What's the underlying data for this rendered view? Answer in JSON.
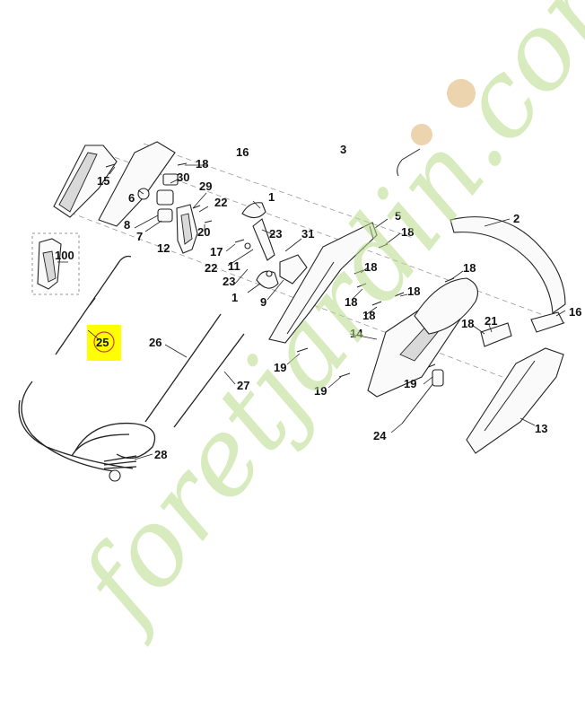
{
  "watermark": {
    "text": "foretjardin.com",
    "color": "#b7dc8a"
  },
  "highlight": {
    "part": "25",
    "color": "#ffff00"
  },
  "labels": {
    "p1a": "1",
    "p1b": "1",
    "p2": "2",
    "p3": "3",
    "p5": "5",
    "p6": "6",
    "p7": "7",
    "p8": "8",
    "p9": "9",
    "p11": "11",
    "p12": "12",
    "p13": "13",
    "p14": "14",
    "p15": "15",
    "p16a": "16",
    "p16b": "16",
    "p17": "17",
    "p18a": "18",
    "p18b": "18",
    "p18c": "18",
    "p18d": "18",
    "p18e": "18",
    "p18f": "18",
    "p18g": "18",
    "p19a": "19",
    "p19b": "19",
    "p19c": "19",
    "p20": "20",
    "p21": "21",
    "p22a": "22",
    "p22b": "22",
    "p23a": "23",
    "p23b": "23",
    "p24": "24",
    "p25": "25",
    "p26": "26",
    "p27": "27",
    "p28": "28",
    "p29": "29",
    "p30": "30",
    "p31": "31",
    "p100": "100"
  }
}
